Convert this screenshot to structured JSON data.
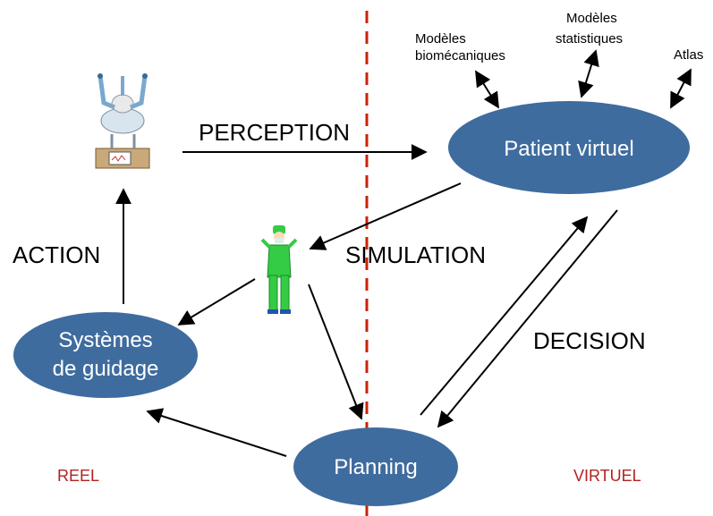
{
  "nodes": {
    "patient_virtuel": "Patient virtuel",
    "systemes_guidage_line1": "Systèmes",
    "systemes_guidage_line2": "de guidage",
    "planning": "Planning"
  },
  "models": {
    "biomecaniques_line1": "Modèles",
    "biomecaniques_line2": "biomécaniques",
    "statistiques_line1": "Modèles",
    "statistiques_line2": "statistiques",
    "atlas": "Atlas"
  },
  "relations": {
    "perception": "PERCEPTION",
    "action": "ACTION",
    "simulation": "SIMULATION",
    "decision": "DECISION"
  },
  "zones": {
    "reel": "REEL",
    "virtuel": "VIRTUEL"
  },
  "icons": {
    "robot": "surgical-robot-icon",
    "surgeon": "surgeon-icon"
  },
  "colors": {
    "node_fill": "#3f6c9f",
    "divider": "#cc2200",
    "zone_text": "#b22222",
    "surgeon_green": "#33cc44"
  }
}
